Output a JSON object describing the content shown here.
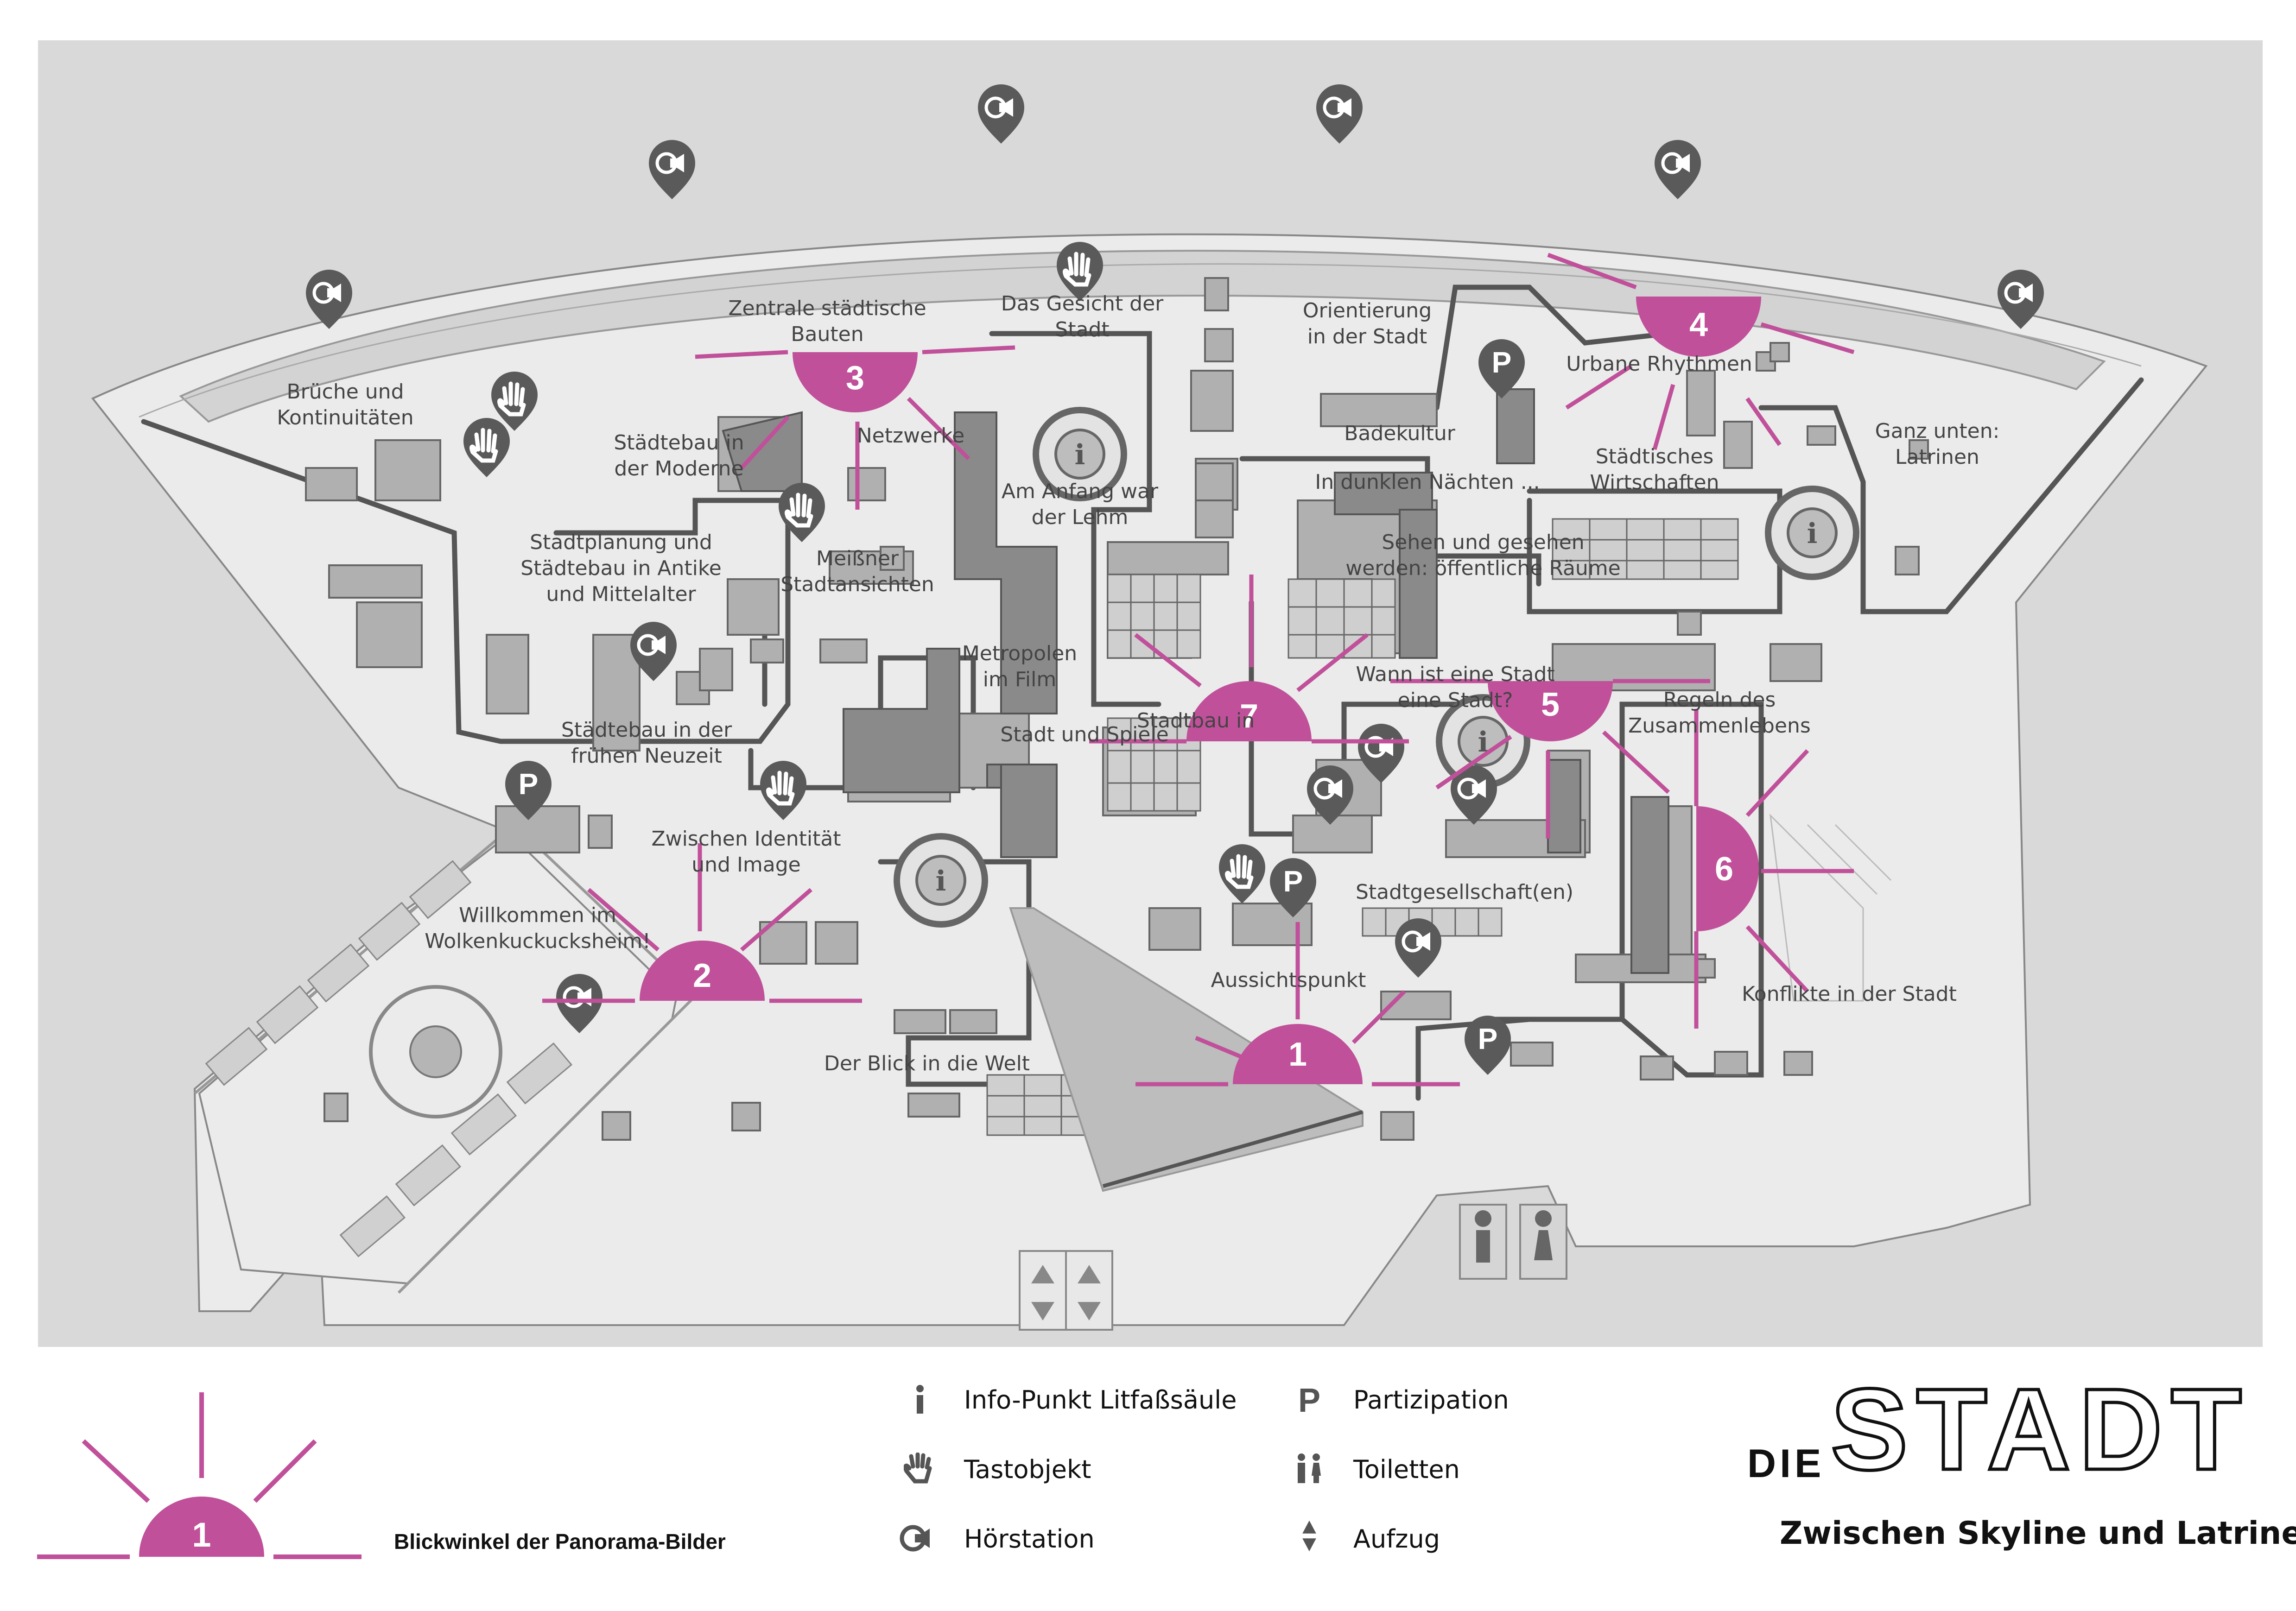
{
  "map": {
    "labels": [
      {
        "id": "brueche",
        "lines": [
          "Brüche und",
          "Kontinuitäten"
        ]
      },
      {
        "id": "zentrale",
        "lines": [
          "Zentrale städtische",
          "Bauten"
        ]
      },
      {
        "id": "gesicht",
        "lines": [
          "Das Gesicht der",
          "Stadt"
        ]
      },
      {
        "id": "orientierung",
        "lines": [
          "Orientierung",
          "in der Stadt"
        ]
      },
      {
        "id": "urbane",
        "lines": [
          "Urbane Rhythmen"
        ]
      },
      {
        "id": "netzwerke",
        "lines": [
          "Netzwerke"
        ]
      },
      {
        "id": "staedtebau-moderne",
        "lines": [
          "Städtebau in",
          "der Moderne"
        ]
      },
      {
        "id": "anfang",
        "lines": [
          "Am Anfang war",
          "der Lehm"
        ]
      },
      {
        "id": "badekultur",
        "lines": [
          "Badekultur"
        ]
      },
      {
        "id": "dunkle-naechte",
        "lines": [
          "In dunklen Nächten ..."
        ]
      },
      {
        "id": "wirtschaften",
        "lines": [
          "Städtisches",
          "Wirtschaften"
        ]
      },
      {
        "id": "latrinen",
        "lines": [
          "Ganz unten:",
          "Latrinen"
        ]
      },
      {
        "id": "antike",
        "lines": [
          "Stadtplanung und",
          "Städtebau in Antike",
          "und Mittelalter"
        ]
      },
      {
        "id": "meissner",
        "lines": [
          "Meißner",
          "Stadtansichten"
        ]
      },
      {
        "id": "sehen",
        "lines": [
          "Sehen und gesehen",
          "werden: öffentliche Räume"
        ]
      },
      {
        "id": "metropolen",
        "lines": [
          "Metropolen",
          "im Film"
        ]
      },
      {
        "id": "wann",
        "lines": [
          "Wann ist eine Stadt",
          "eine Stadt?"
        ]
      },
      {
        "id": "regeln",
        "lines": [
          "Regeln des",
          "Zusammenlebens"
        ]
      },
      {
        "id": "fruehe-neuzeit",
        "lines": [
          "Städtebau in der",
          "frühen Neuzeit"
        ]
      },
      {
        "id": "stadt-spiele",
        "lines": [
          "Stadt und Spiele"
        ]
      },
      {
        "id": "stadtbau",
        "lines": [
          "Stadtbau in"
        ]
      },
      {
        "id": "identitaet",
        "lines": [
          "Zwischen Identität",
          "und Image"
        ]
      },
      {
        "id": "willkommen",
        "lines": [
          "Willkommen im",
          "Wolkenkuckucksheim!"
        ]
      },
      {
        "id": "stadtgesellschaft",
        "lines": [
          "Stadtgesellschaft(en)"
        ]
      },
      {
        "id": "aussichtspunkt",
        "lines": [
          "Aussichtspunkt"
        ]
      },
      {
        "id": "konflikte",
        "lines": [
          "Konflikte in der Stadt"
        ]
      },
      {
        "id": "blick",
        "lines": [
          "Der Blick in die Welt"
        ]
      }
    ],
    "viewpoints": [
      "1",
      "2",
      "3",
      "4",
      "5",
      "6",
      "7"
    ],
    "icons": {
      "info": "i",
      "participation": "P",
      "audio": "hoerstation-icon",
      "touch": "tastobjekt-icon",
      "toilet": "toilet-icon",
      "elevator": "elevator-icon"
    },
    "colors": {
      "accent": "#c0509a",
      "floor": "#eaeaea",
      "background": "#d9d9d9",
      "walls": "#555555"
    }
  },
  "legend": {
    "viewpoint_number": "1",
    "viewpoint_label": "Blickwinkel der Panorama-Bilder",
    "info_label": "Info-Punkt Litfaßsäule",
    "touch_label": "Tastobjekt",
    "audio_label": "Hörstation",
    "participation_label": "Partizipation",
    "toilet_label": "Toiletten",
    "elevator_label": "Aufzug"
  },
  "brand": {
    "die": "DIE",
    "stadt": "STADT",
    "subtitle": "Zwischen Skyline und Latrine"
  }
}
